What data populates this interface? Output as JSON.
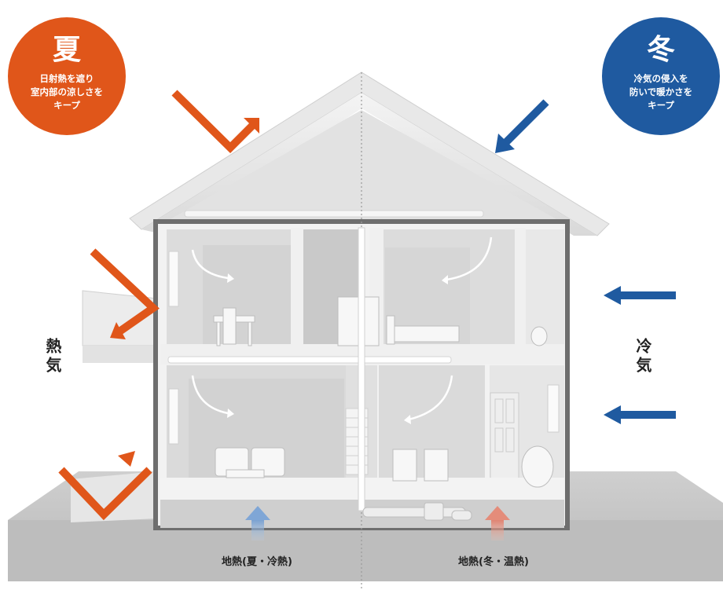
{
  "summer": {
    "title": "夏",
    "text": [
      "日射熱を遮り",
      "室内部の涼しさを",
      "キープ"
    ],
    "color": "#e0561a"
  },
  "winter": {
    "title": "冬",
    "text": [
      "冷気の侵入を",
      "防いで暖かさを",
      "キープ"
    ],
    "color": "#1f5aa0"
  },
  "side_labels": {
    "heat": "熱気",
    "cold": "冷気"
  },
  "ground_labels": {
    "left": "地熱(夏・冷熱)",
    "right": "地熱(冬・温熱)"
  }
}
